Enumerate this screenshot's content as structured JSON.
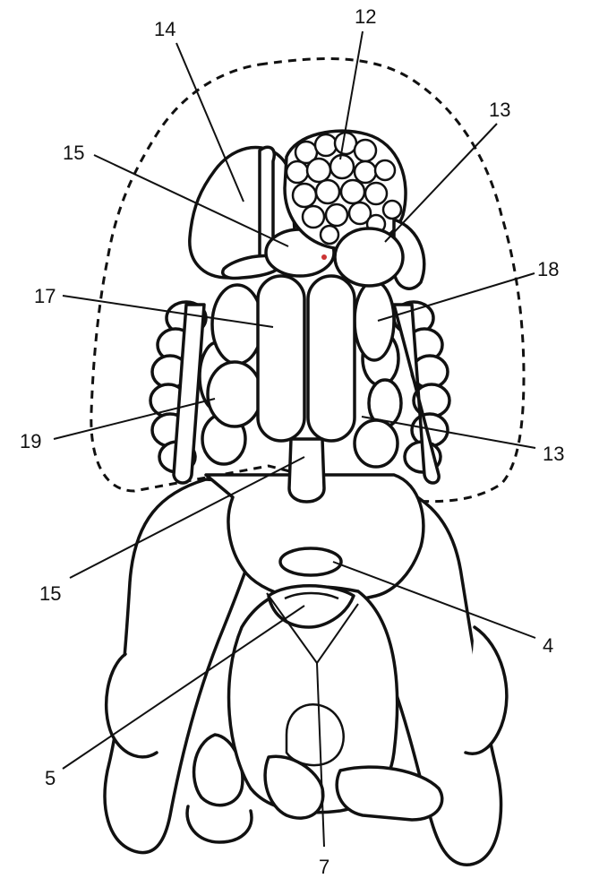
{
  "labels": {
    "l12": "12",
    "l14": "14",
    "l13_top": "13",
    "l15_top": "15",
    "l17": "17",
    "l18": "18",
    "l19": "19",
    "l13_right": "13",
    "l15_bottom": "15",
    "l4": "4",
    "l5": "5",
    "l7": "7"
  },
  "colors": {
    "line": "#111111",
    "fill": "#ffffff",
    "dot": "#cc3333"
  }
}
